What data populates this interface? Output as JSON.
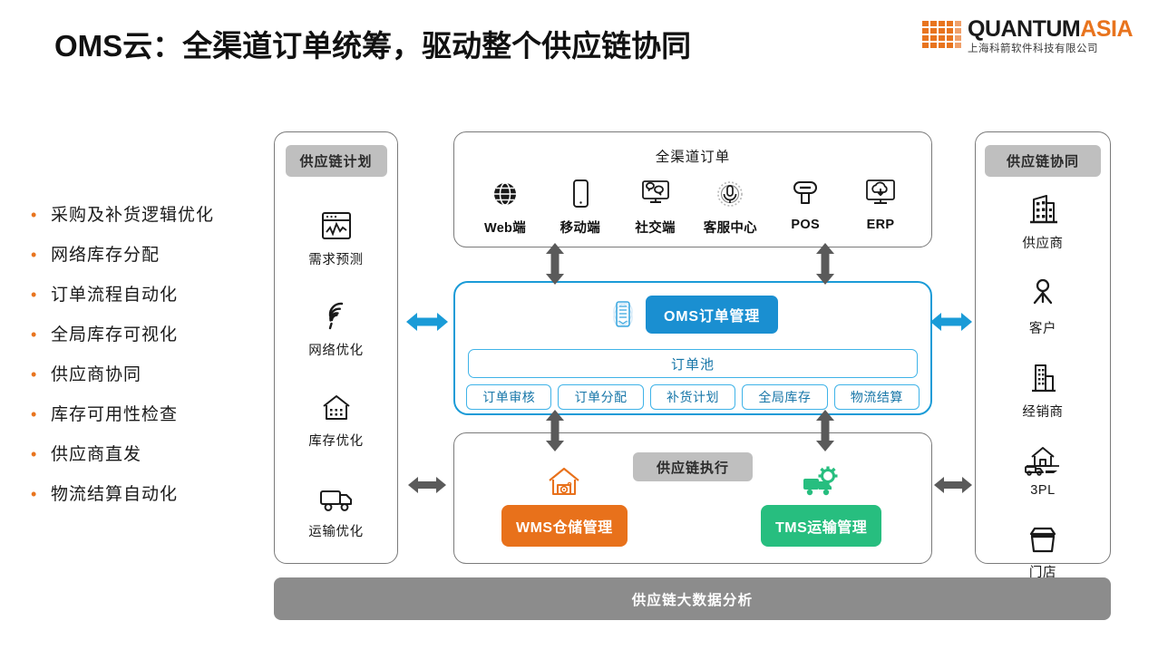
{
  "header": {
    "title": "OMS云：全渠道订单统筹，驱动整个供应链协同",
    "logo_main_dark": "QUANTUM",
    "logo_main_accent": "ASIA",
    "logo_sub": "上海科箭软件科技有限公司",
    "accent_color": "#E8741E"
  },
  "bullets": [
    "采购及补货逻辑优化",
    "网络库存分配",
    "订单流程自动化",
    "全局库存可视化",
    "供应商协同",
    "库存可用性检查",
    "供应商直发",
    "物流结算自动化"
  ],
  "left_column": {
    "chip": "供应链计划",
    "items": [
      {
        "label": "需求预测",
        "icon": "chart-window-icon"
      },
      {
        "label": "网络优化",
        "icon": "signal-wifi-icon"
      },
      {
        "label": "库存优化",
        "icon": "warehouse-icon"
      },
      {
        "label": "运输优化",
        "icon": "truck-icon"
      }
    ]
  },
  "right_column": {
    "chip": "供应链协同",
    "items": [
      {
        "label": "供应商",
        "icon": "office-building-icon"
      },
      {
        "label": "客户",
        "icon": "person-icon"
      },
      {
        "label": "经销商",
        "icon": "buildings-icon"
      },
      {
        "label": "3PL",
        "icon": "warehouse-truck-icon"
      },
      {
        "label": "门店",
        "icon": "store-box-icon"
      }
    ]
  },
  "channels_box": {
    "title": "全渠道订单",
    "items": [
      {
        "label": "Web端",
        "icon": "globe-icon"
      },
      {
        "label": "移动端",
        "icon": "mobile-phone-icon"
      },
      {
        "label": "社交端",
        "icon": "chat-bubbles-icon"
      },
      {
        "label": "客服中心",
        "icon": "headset-mic-icon"
      },
      {
        "label": "POS",
        "icon": "pos-terminal-icon"
      },
      {
        "label": "ERP",
        "icon": "monitor-cloud-icon"
      }
    ]
  },
  "oms_box": {
    "badge": "OMS订单管理",
    "badge_icon": "document-orbit-icon",
    "badge_color": "#1a8fd1",
    "pool_label": "订单池",
    "sub_items": [
      "订单审核",
      "订单分配",
      "补货计划",
      "全局库存",
      "物流结算"
    ],
    "border_color": "#1a9bd7"
  },
  "exec_box": {
    "chip": "供应链执行",
    "modules": [
      {
        "label": "WMS仓储管理",
        "icon": "warehouse-gear-icon",
        "color": "#E8711B"
      },
      {
        "label": "TMS运输管理",
        "icon": "truck-gear-icon",
        "color": "#27BE7F"
      }
    ]
  },
  "bottom_bar": {
    "label": "供应链大数据分析",
    "color": "#8c8c8c"
  },
  "arrows": {
    "blue_color": "#1a9bd7",
    "gray_color": "#5a5a5a"
  }
}
